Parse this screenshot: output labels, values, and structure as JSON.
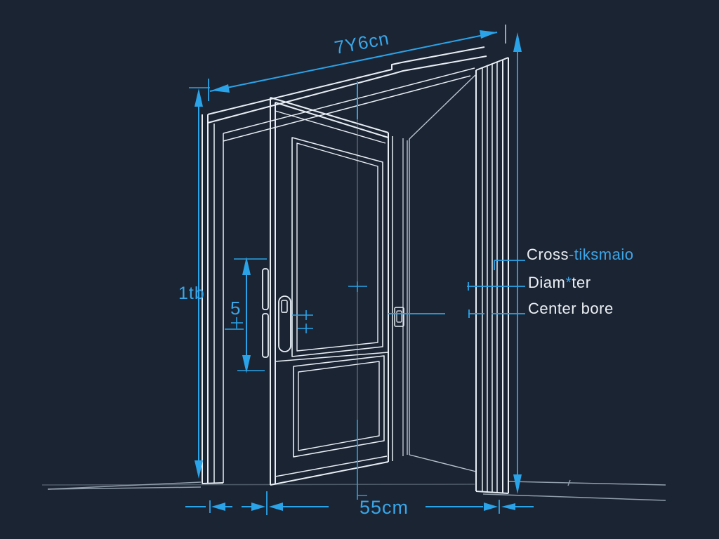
{
  "app": {
    "type": "blueprint-diagram",
    "subject": "open door with dimension annotations"
  },
  "colors": {
    "background": "#1b2433",
    "structure_line": "#e8eef4",
    "dimension_line": "#2ba3e8",
    "dimension_text": "#39a6e8",
    "callout_text": "#edf1f5"
  },
  "dimension_labels": {
    "top_width": "7Y6cn",
    "left_height": "1tb",
    "lock_height": "5",
    "bottom_width": "55cm"
  },
  "callouts": {
    "cross_section": {
      "white_part": "Cross",
      "blue_part": "-tiksmaio"
    },
    "diameter": {
      "part1": "Diam",
      "glitch_char": "*",
      "part2": "ter"
    },
    "center_bore": "Center bore"
  }
}
